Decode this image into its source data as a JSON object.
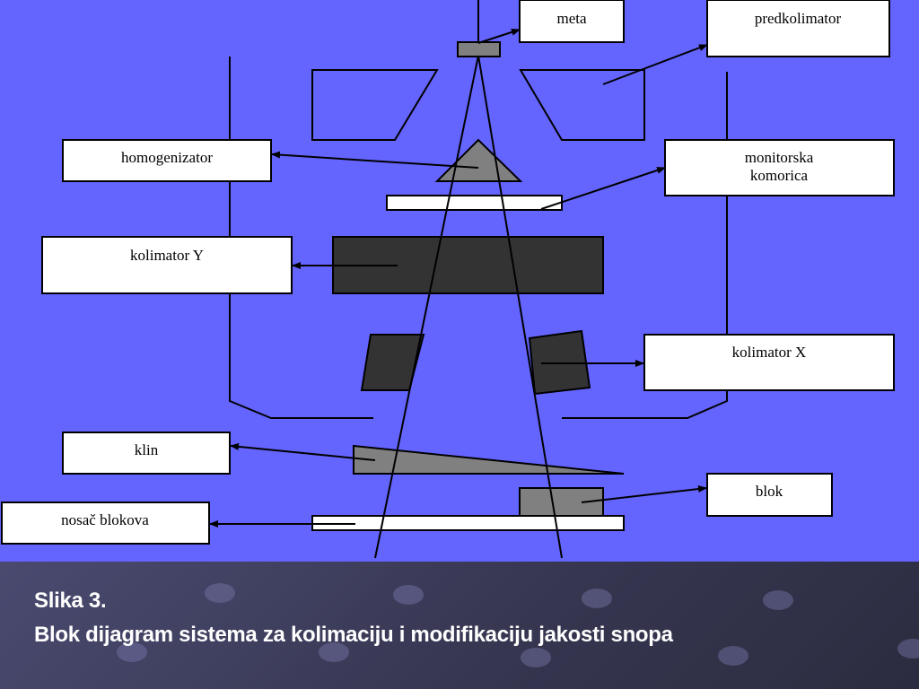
{
  "diagram": {
    "labels": {
      "meta": "meta",
      "predkolimator": "predkolimator",
      "homogenizator": "homogenizator",
      "monitorska_1": "monitorska",
      "monitorska_2": "komorica",
      "kolimator_y": "kolimator Y",
      "kolimator_x": "kolimator X",
      "klin": "klin",
      "blok": "blok",
      "nosac": "nosač blokova"
    },
    "colors": {
      "background": "#6464fe",
      "component_gray": "#808080",
      "component_dark": "#333333",
      "box": "#ffffff"
    }
  },
  "caption": {
    "line1": "Slika 3.",
    "line2": "Blok dijagram sistema za kolimaciju i modifikaciju jakosti snopa"
  }
}
